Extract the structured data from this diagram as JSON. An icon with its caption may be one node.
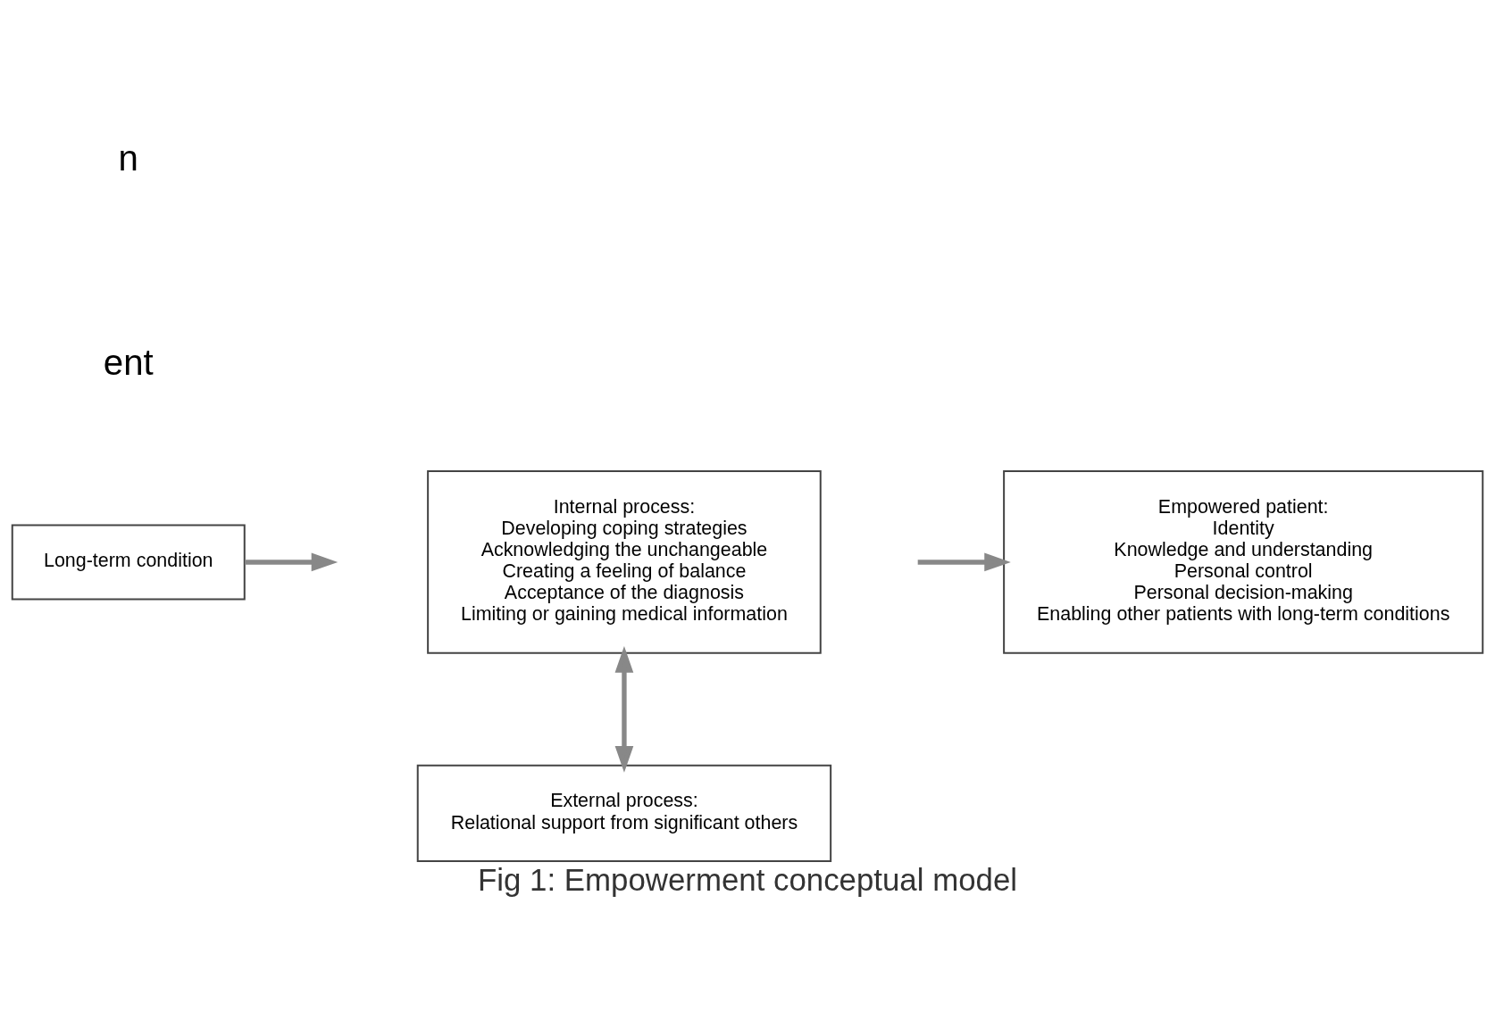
{
  "diagram": {
    "caption": "Fig 1: Empowerment conceptual model",
    "nodes": [
      {
        "text": [
          "Long-term condition"
        ]
      },
      {
        "text": [
          "Internal process:",
          "Developing coping strategies",
          "Acknowledging the unchangeable",
          "Creating a feeling of balance",
          "Acceptance of the diagnosis",
          "Limiting or gaining medical information"
        ]
      },
      {
        "text": [
          "External process:",
          "Relational support from significant others"
        ]
      },
      {
        "text": [
          "Empowered patient:",
          "Identity",
          "Knowledge and understanding",
          "Personal control",
          "Personal decision-making",
          "Enabling other patients with long-term conditions"
        ]
      }
    ],
    "edges": [
      {
        "from": 0,
        "to": null,
        "arrow": "to"
      },
      {
        "from": 1,
        "to": 2,
        "arrow": "both"
      },
      {
        "from": null,
        "to": 3,
        "arrow": "to"
      }
    ],
    "labels": [
      "ent",
      "n"
    ]
  }
}
